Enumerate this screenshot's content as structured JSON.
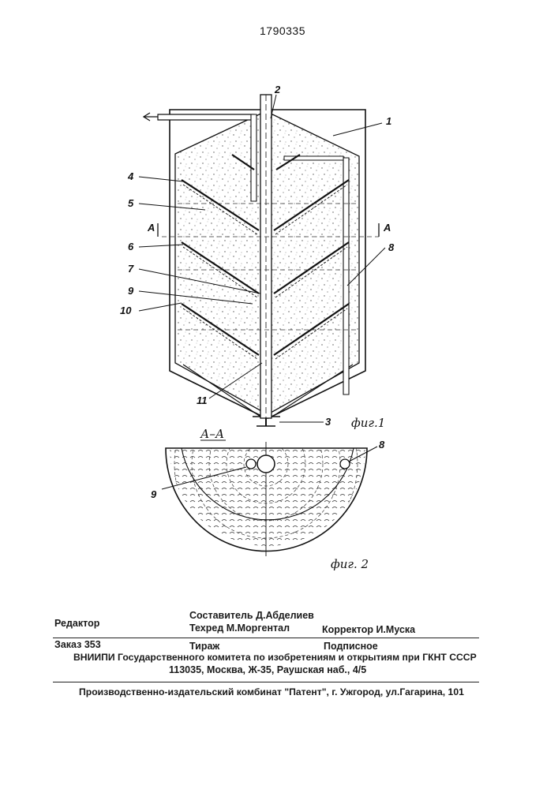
{
  "header": {
    "patent_number": "1790335"
  },
  "fig1": {
    "caption": "фиг.1",
    "section_marker_left": "A",
    "section_marker_right": "A",
    "labels": [
      "1",
      "2",
      "3",
      "4",
      "5",
      "6",
      "7",
      "8",
      "9",
      "10",
      "11"
    ]
  },
  "fig2": {
    "section_title": "А–А",
    "caption": "фиг. 2",
    "labels": [
      "8",
      "9"
    ]
  },
  "imprint": {
    "editor": "Редактор",
    "compiler": "Составитель  Д.Абделиев",
    "techred": "Техред М.Моргентал",
    "corrector": "Корректор  И.Муска",
    "order": "Заказ  353",
    "circulation": "Тираж",
    "subscription": "Подписное",
    "org_line": "ВНИИПИ Государственного комитета по изобретениям и открытиям при ГКНТ СССР",
    "address": "113035, Москва, Ж-35, Раушская наб., 4/5",
    "publisher": "Производственно-издательский комбинат \"Патент\", г. Ужгород, ул.Гагарина, 101"
  }
}
